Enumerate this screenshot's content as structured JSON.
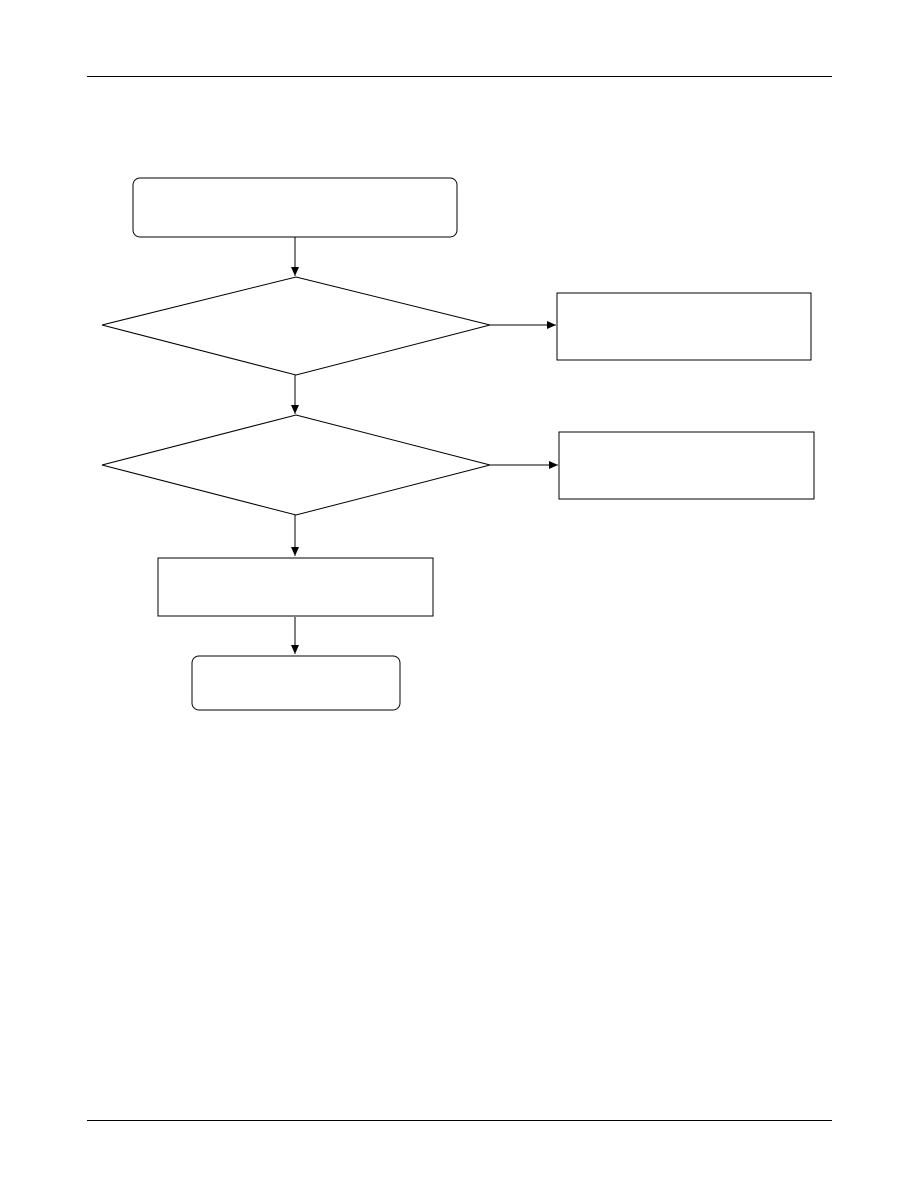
{
  "diagram": {
    "nodes": [
      {
        "id": "start",
        "shape": "rounded-rectangle",
        "text": ""
      },
      {
        "id": "decision-1",
        "shape": "diamond",
        "text": ""
      },
      {
        "id": "branch-1",
        "shape": "rectangle",
        "text": ""
      },
      {
        "id": "decision-2",
        "shape": "diamond",
        "text": ""
      },
      {
        "id": "branch-2",
        "shape": "rectangle",
        "text": ""
      },
      {
        "id": "process",
        "shape": "rectangle",
        "text": ""
      },
      {
        "id": "end",
        "shape": "rounded-rectangle",
        "text": ""
      }
    ],
    "edges": [
      {
        "from": "start",
        "to": "decision-1"
      },
      {
        "from": "decision-1",
        "to": "branch-1"
      },
      {
        "from": "decision-1",
        "to": "decision-2"
      },
      {
        "from": "decision-2",
        "to": "branch-2"
      },
      {
        "from": "decision-2",
        "to": "process"
      },
      {
        "from": "process",
        "to": "end"
      }
    ],
    "colors": {
      "stroke": "#000000",
      "fill": "#ffffff"
    }
  }
}
